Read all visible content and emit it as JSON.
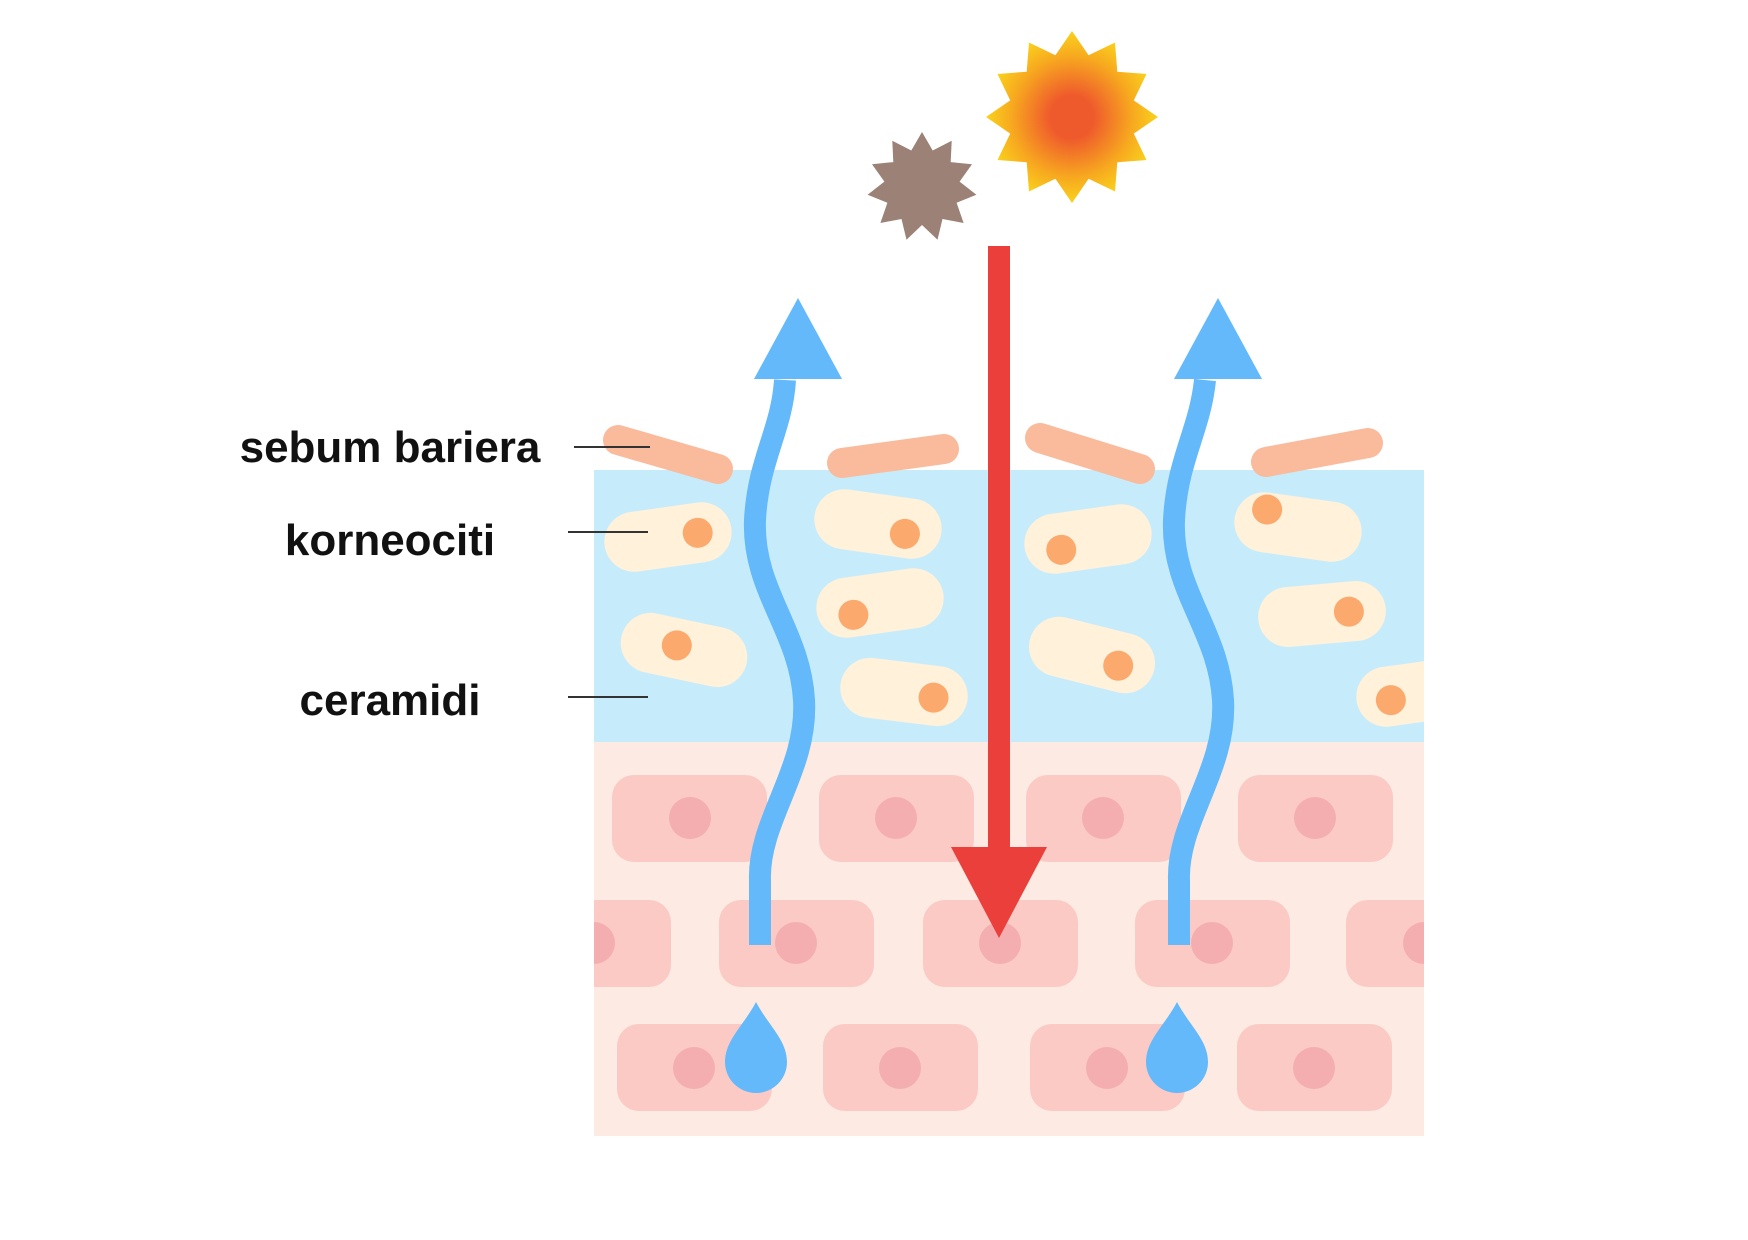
{
  "labels": {
    "sebum": "sebum bariera",
    "corneocytes": "korneociti",
    "ceramides": "ceramidi"
  },
  "colors": {
    "background": "#ffffff",
    "stratum_corneum": "#c6ecfc",
    "epidermis": "#fdebe3",
    "sebum": "#f9bb9b",
    "corneocyte_body": "#fff1da",
    "corneocyte_dot": "#fca96e",
    "cell_body": "#fbcac5",
    "cell_nucleus": "#f4aeb0",
    "moisture_arrow": "#64b9fb",
    "uv_arrow": "#ea3f3a",
    "sun_outer": "#f9d21c",
    "sun_core": "#ef5a2c",
    "pollutant": "#9b8176",
    "leader_line": "#333333"
  },
  "icons": {
    "sun": "sun-burst-icon",
    "pollutant": "pollution-particle-icon",
    "water_drop": "water-drop-icon"
  }
}
